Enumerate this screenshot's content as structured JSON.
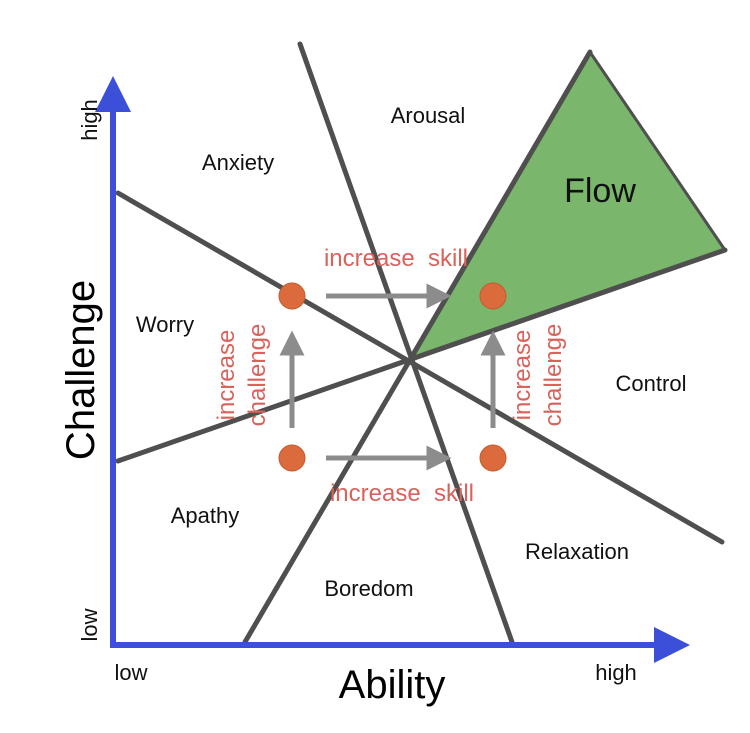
{
  "axes": {
    "x_title": "Ability",
    "y_title": "Challenge",
    "x_low": "low",
    "x_high": "high",
    "y_low": "low",
    "y_high": "high",
    "axis_color": "#3b4fd8"
  },
  "regions": {
    "arousal": "Arousal",
    "anxiety": "Anxiety",
    "flow": "Flow",
    "worry": "Worry",
    "control": "Control",
    "apathy": "Apathy",
    "relaxation": "Relaxation",
    "boredom": "Boredom"
  },
  "actions": {
    "increase_skill_top": "increase  skill",
    "increase_skill_bottom": "increase  skill",
    "increase_challenge_left_1": "increase",
    "increase_challenge_left_2": "challenge",
    "increase_challenge_right_1": "increase",
    "increase_challenge_right_2": "challenge"
  },
  "colors": {
    "flow_fill": "#7ab66c",
    "line": "#4f4f4f",
    "node_fill": "#db6a3c",
    "arrow": "#8c8c8c",
    "action_text": "#d9625a"
  }
}
